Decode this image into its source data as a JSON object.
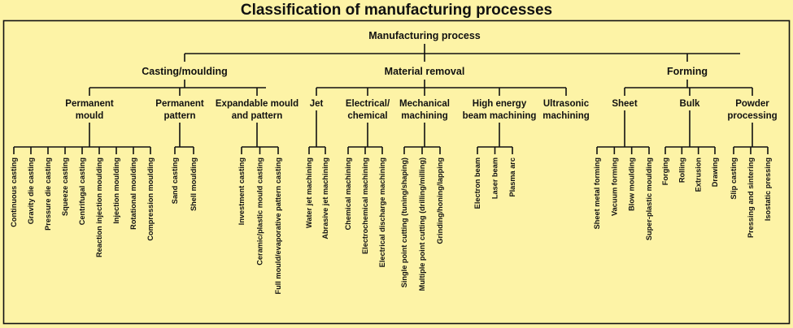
{
  "title": "Classification of manufacturing processes",
  "colors": {
    "background": "#fdf3a6",
    "line": "#111111"
  },
  "root": "Manufacturing process",
  "groups": [
    {
      "label": "Casting/moulding",
      "children": [
        {
          "label": [
            "Permanent",
            "mould"
          ],
          "leaves": [
            "Continuous casting",
            "Gravity die casting",
            "Pressure die casting",
            "Squeeze casting",
            "Centrifugal casting",
            "Reaction injection moulding",
            "Injection moulding",
            "Rotational moulding",
            "Compression moulding"
          ]
        },
        {
          "label": [
            "Permanent",
            "pattern"
          ],
          "leaves": [
            "Sand casting",
            "Shell moulding"
          ]
        },
        {
          "label": [
            "Expandable mould",
            "and pattern"
          ],
          "leaves": [
            "Investment casting",
            "Ceramic/plastic mould casting",
            "Full mould/evaporative pattern casting"
          ]
        }
      ]
    },
    {
      "label": "Material removal",
      "children": [
        {
          "label": [
            "Jet"
          ],
          "leaves": [
            "Water jet machining",
            "Abrasive jet  machining"
          ]
        },
        {
          "label": [
            "Electrical/",
            "chemical"
          ],
          "leaves": [
            "Chemical machining",
            "Electrochemical machining",
            "Electrical discharge machining"
          ]
        },
        {
          "label": [
            "Mechanical",
            "machining"
          ],
          "leaves": [
            "Single point cutting (tuning/shaping)",
            "Multiple point cutting (drilling/milling)",
            "Grinding/honing/lapping"
          ]
        },
        {
          "label": [
            "High energy",
            "beam machining"
          ],
          "leaves": [
            "Electron beam",
            "Laser beam",
            "Plasma arc"
          ]
        },
        {
          "label": [
            "Ultrasonic",
            "machining"
          ],
          "leaves": []
        }
      ]
    },
    {
      "label": "Forming",
      "children": [
        {
          "label": [
            "Sheet"
          ],
          "leaves": [
            "Sheet metal forming",
            "Vacuum forming",
            "Blow moulding",
            "Super-plastic moulding"
          ]
        },
        {
          "label": [
            "Bulk"
          ],
          "leaves": [
            "Forging",
            "Rolling",
            "Extrusion",
            "Drawing"
          ]
        },
        {
          "label": [
            "Powder",
            "processing"
          ],
          "leaves": [
            "Slip casting",
            "Pressing and sintering",
            "Isostatic pressing"
          ]
        }
      ]
    }
  ]
}
